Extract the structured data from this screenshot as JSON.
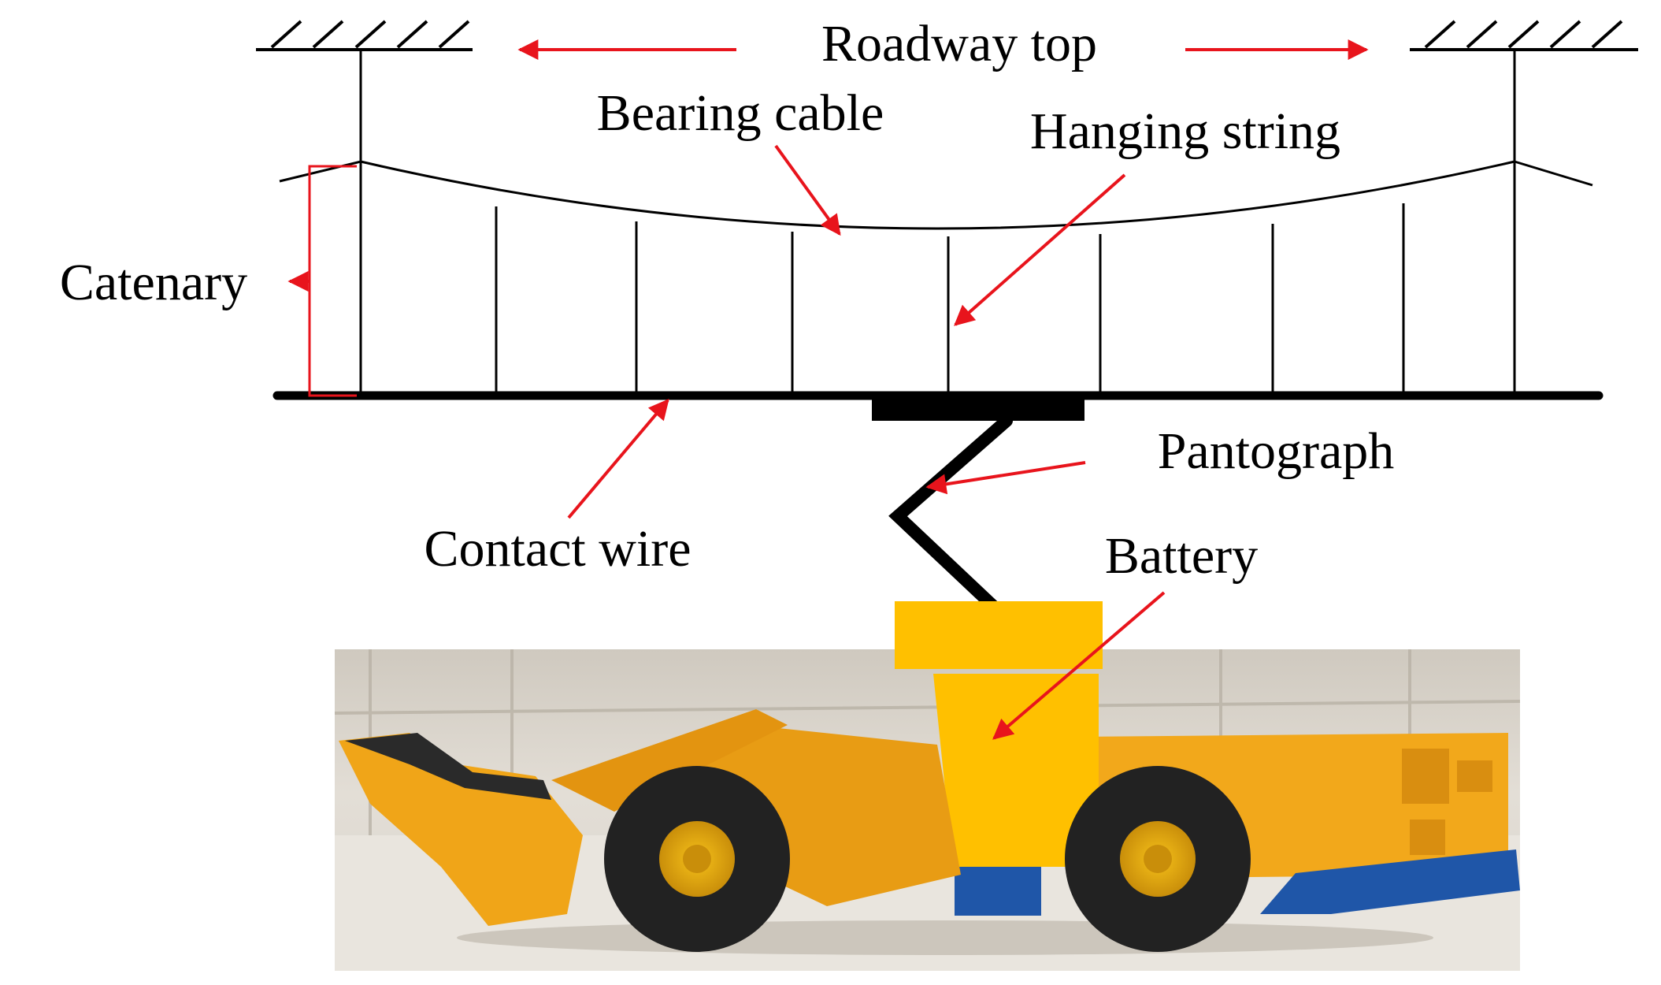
{
  "labels": {
    "roadway_top": "Roadway top",
    "bearing_cable": "Bearing cable",
    "hanging_string": "Hanging string",
    "catenary": "Catenary",
    "pantograph": "Pantograph",
    "contact_wire": "Contact wire",
    "battery": "Battery"
  },
  "colors": {
    "line": "#000000",
    "arrow": "#e8141c",
    "battery_box": "#ffc000",
    "vehicle_body": "#f2a81b",
    "vehicle_blue": "#1f56a8",
    "tire": "#222222",
    "hall_bg": "#dcd6cc"
  }
}
